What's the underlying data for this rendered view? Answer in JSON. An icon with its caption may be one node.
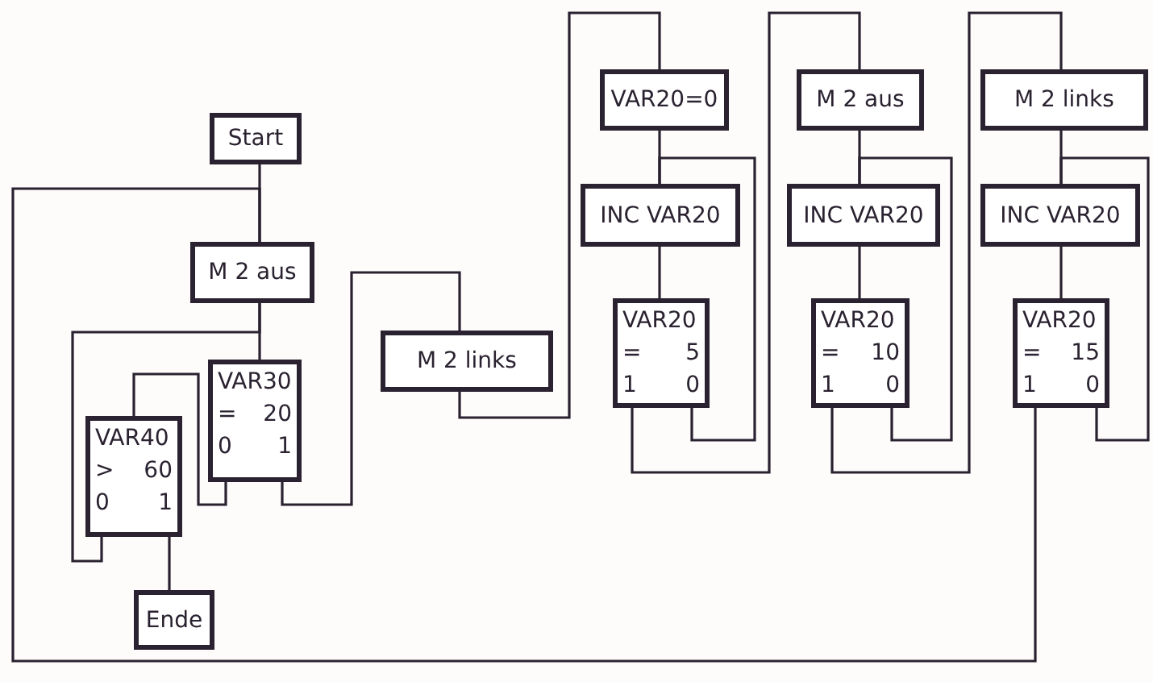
{
  "diagram": {
    "nodes": [
      {
        "text": [
          "Start"
        ]
      },
      {
        "text": [
          "M 2 aus"
        ]
      },
      {
        "text": [
          "VAR40",
          ">",
          "60",
          "0",
          "1"
        ]
      },
      {
        "text": [
          "VAR30",
          "=",
          "20",
          "0",
          "1"
        ]
      },
      {
        "text": [
          "Ende"
        ]
      },
      {
        "text": [
          "M 2 links"
        ]
      },
      {
        "text": [
          "VAR20=0"
        ]
      },
      {
        "text": [
          "INC VAR20"
        ]
      },
      {
        "text": [
          "VAR20",
          "=",
          "5",
          "1",
          "0"
        ]
      },
      {
        "text": [
          "M 2 aus"
        ]
      },
      {
        "text": [
          "INC VAR20"
        ]
      },
      {
        "text": [
          "VAR20",
          "=",
          "10",
          "1",
          "0"
        ]
      },
      {
        "text": [
          "M 2 links"
        ]
      },
      {
        "text": [
          "INC VAR20"
        ]
      },
      {
        "text": [
          "VAR20",
          "=",
          "15",
          "1",
          "0"
        ]
      }
    ],
    "edges": [
      {
        "from": 0,
        "to": 1,
        "arrow": "none"
      },
      {
        "from": 1,
        "to": 3,
        "arrow": "none"
      },
      {
        "from": 2,
        "to": 1,
        "arrow": "none"
      },
      {
        "from": 3,
        "to": 2,
        "arrow": "none"
      },
      {
        "from": 3,
        "to": 5,
        "arrow": "none"
      },
      {
        "from": 2,
        "to": 4,
        "arrow": "none"
      },
      {
        "from": 5,
        "to": 6,
        "arrow": "none"
      },
      {
        "from": 6,
        "to": 7,
        "arrow": "none"
      },
      {
        "from": 7,
        "to": 8,
        "arrow": "none"
      },
      {
        "from": 8,
        "to": 7,
        "arrow": "none"
      },
      {
        "from": 8,
        "to": 9,
        "arrow": "none"
      },
      {
        "from": 9,
        "to": 10,
        "arrow": "none"
      },
      {
        "from": 10,
        "to": 11,
        "arrow": "none"
      },
      {
        "from": 11,
        "to": 10,
        "arrow": "none"
      },
      {
        "from": 11,
        "to": 12,
        "arrow": "none"
      },
      {
        "from": 12,
        "to": 13,
        "arrow": "none"
      },
      {
        "from": 13,
        "to": 14,
        "arrow": "none"
      },
      {
        "from": 14,
        "to": 13,
        "arrow": "none"
      },
      {
        "from": 14,
        "to": 1,
        "arrow": "none"
      }
    ]
  }
}
